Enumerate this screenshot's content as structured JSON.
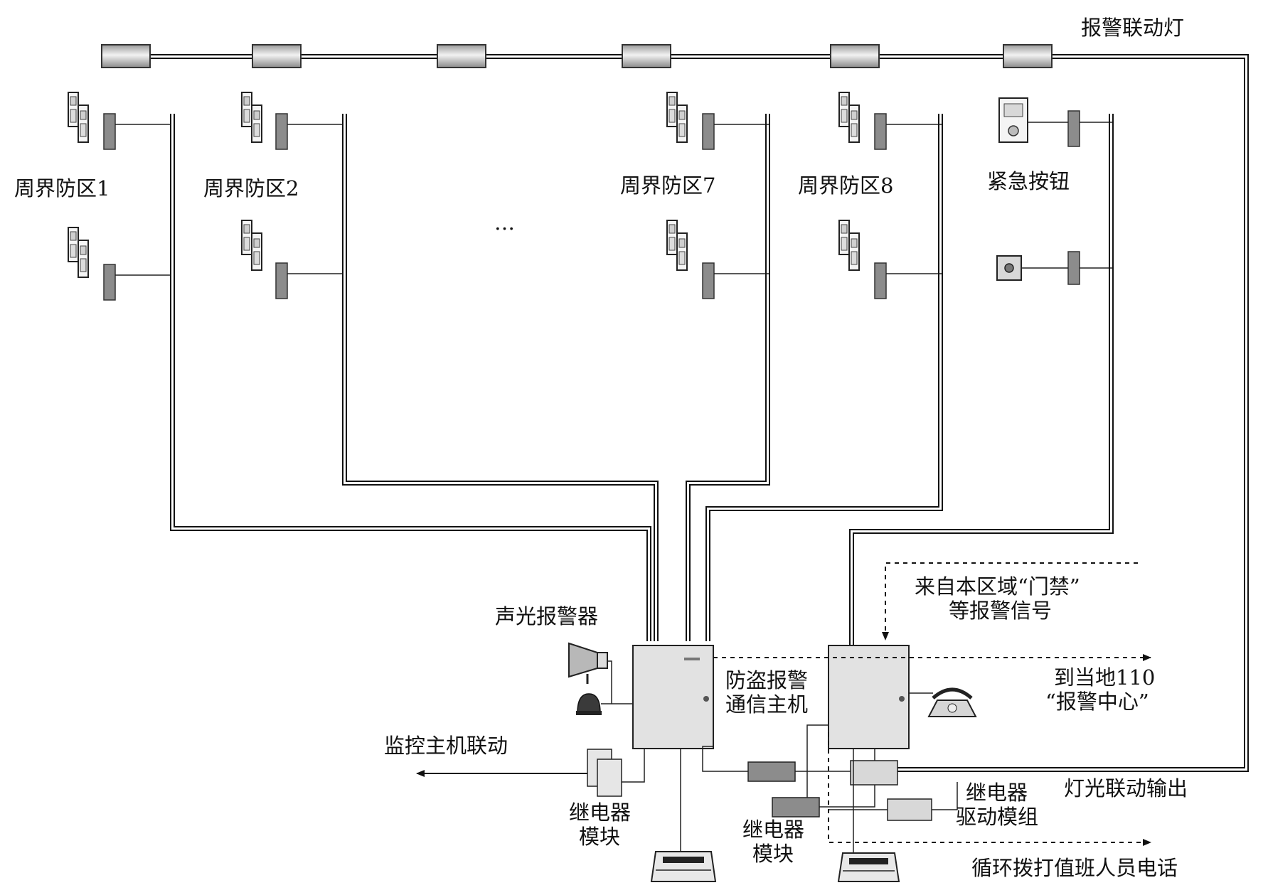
{
  "labels": {
    "alarm_light": "报警联动灯",
    "zone1": "周界防区1",
    "zone2": "周界防区2",
    "ellipsis": "…",
    "zone7": "周界防区7",
    "zone8": "周界防区8",
    "emergency_button": "紧急按钮",
    "siren": "声光报警器",
    "host_line1": "防盗报警",
    "host_line2": "通信主机",
    "access_signal_line1": "来自本区域“门禁”",
    "access_signal_line2": "等报警信号",
    "to_110_line1": "到当地110",
    "to_110_line2": "“报警中心”",
    "monitor_link": "监控主机联动",
    "relay_module_left_line1": "继电器",
    "relay_module_left_line2": "模块",
    "relay_module_mid_line1": "继电器",
    "relay_module_mid_line2": "模块",
    "relay_driver_line1": "继电器",
    "relay_driver_line2": "驱动模组",
    "light_output": "灯光联动输出",
    "duty_call": "循环拨打值班人员电话"
  }
}
